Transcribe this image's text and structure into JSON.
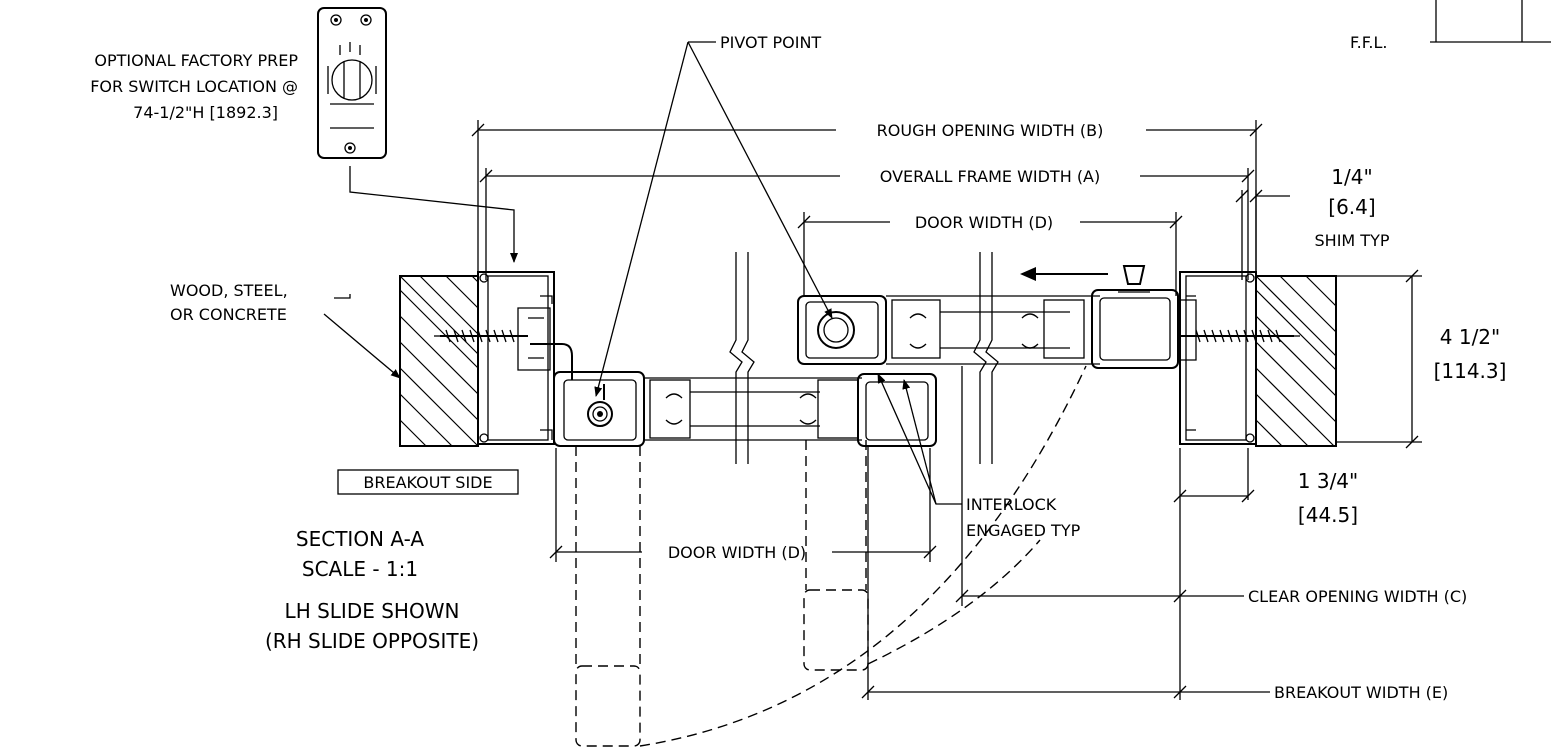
{
  "labels": {
    "ffl": "F.F.L.",
    "switch_prep_1": "OPTIONAL FACTORY PREP",
    "switch_prep_2": "FOR SWITCH LOCATION @",
    "switch_prep_3": "74-1/2\"H [1892.3]",
    "pivot_point": "PIVOT POINT",
    "rough_opening": "ROUGH OPENING WIDTH (B)",
    "overall_frame": "OVERALL FRAME WIDTH (A)",
    "door_width_top": "DOOR WIDTH (D)",
    "door_width_bottom": "DOOR WIDTH (D)",
    "shim_1": "1/4\"",
    "shim_2": "[6.4]",
    "shim_3": "SHIM TYP",
    "wall_1": "WOOD, STEEL,",
    "wall_2": "OR CONCRETE",
    "depth_1": "4 1/2\"",
    "depth_2": "[114.3]",
    "breakout_side": "BREAKOUT SIDE",
    "frame_depth_1": "1 3/4\"",
    "frame_depth_2": "[44.5]",
    "interlock_1": "INTERLOCK",
    "interlock_2": "ENGAGED TYP",
    "section_1": "SECTION A-A",
    "section_2": "SCALE - 1:1",
    "slide_1": "LH SLIDE SHOWN",
    "slide_2": "(RH SLIDE OPPOSITE)",
    "clear_opening": "CLEAR OPENING WIDTH (C)",
    "breakout_width": "BREAKOUT WIDTH (E)"
  }
}
